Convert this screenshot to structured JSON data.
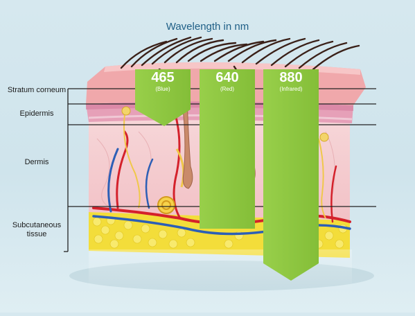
{
  "title": "Wavelength in nm",
  "layers": [
    {
      "label": "Stratum corneum"
    },
    {
      "label": "Epidermis"
    },
    {
      "label": "Dermis"
    },
    {
      "label": "Subcutaneous tissue"
    }
  ],
  "bands": [
    {
      "value": "465",
      "name": "(Blue)"
    },
    {
      "value": "640",
      "name": "(Red)"
    },
    {
      "value": "880",
      "name": "(Infrared)"
    }
  ],
  "colors": {
    "band_green": "#8cc63f",
    "title_blue": "#1f5f86",
    "skin_pink": "#f1c9cc",
    "fat_yellow": "#f3dd3a"
  }
}
